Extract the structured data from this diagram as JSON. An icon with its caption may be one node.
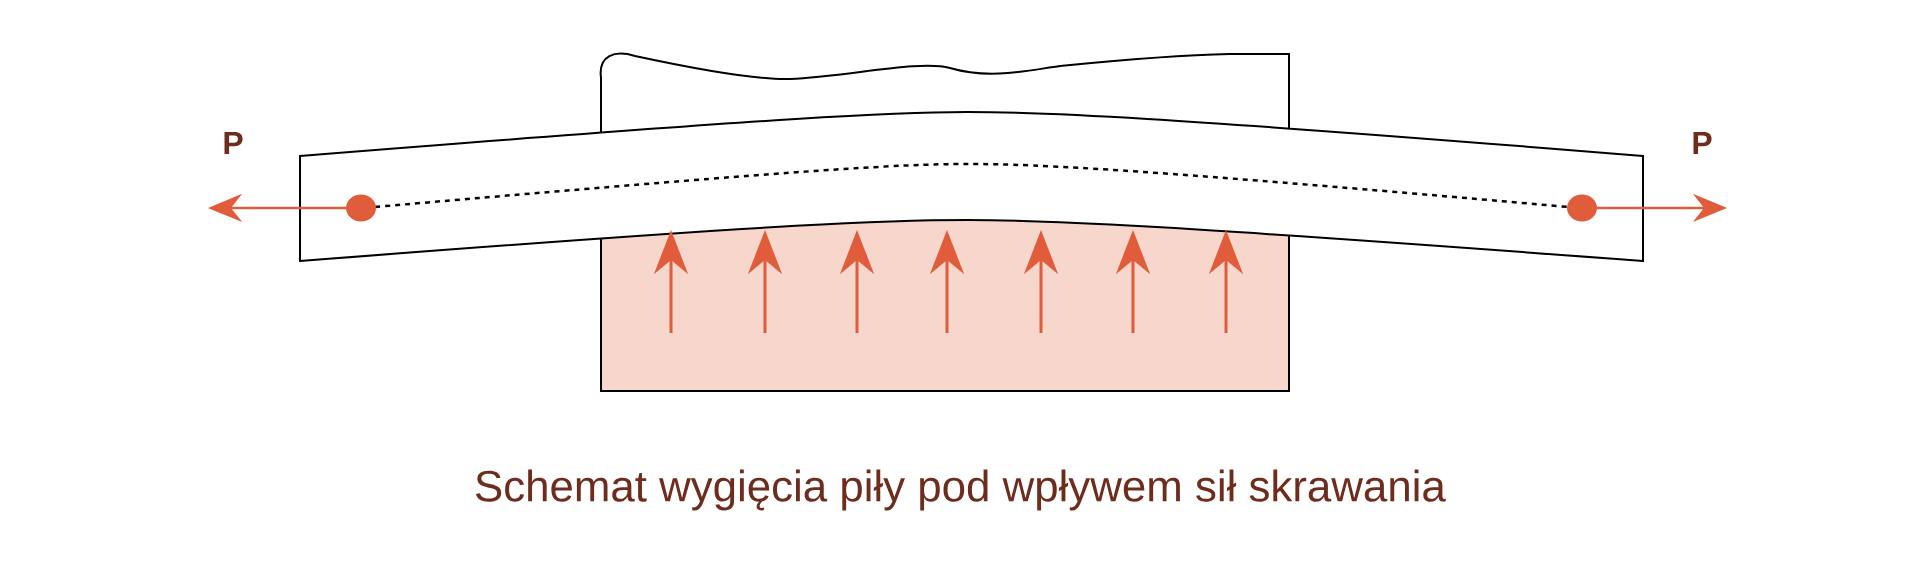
{
  "diagram": {
    "caption": "Schemat wygięcia piły pod wpływem sił skrawania",
    "labels": [
      "P",
      "P"
    ]
  }
}
